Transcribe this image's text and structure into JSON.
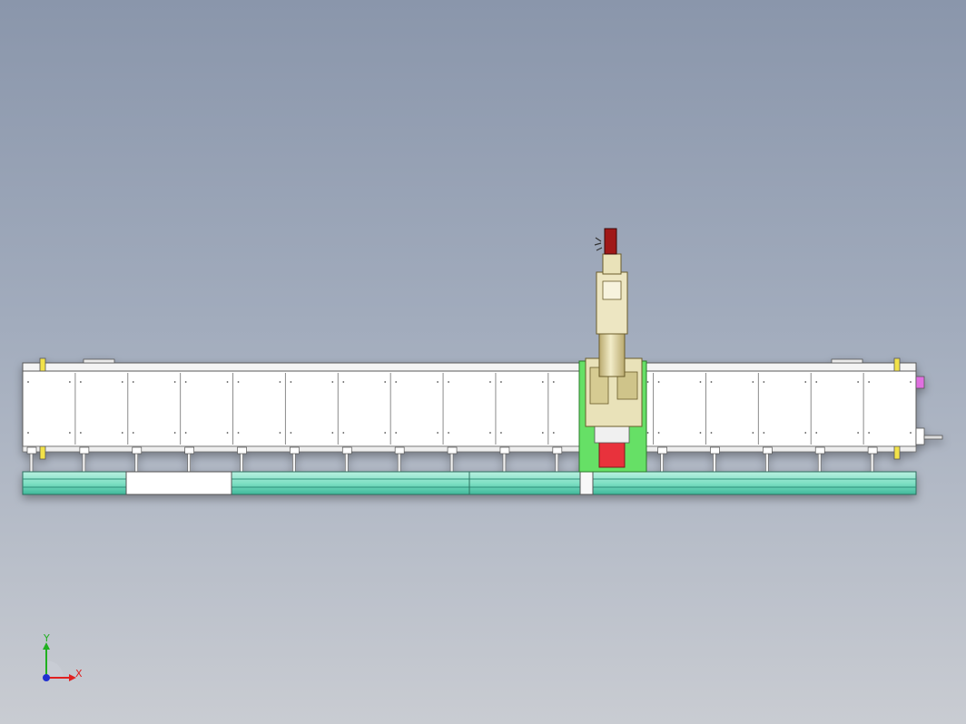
{
  "app": {
    "title": ""
  },
  "colors": {
    "background_top": "#8a96ab",
    "background_bottom": "#c9ccd2",
    "panel_fill": "#ffffff",
    "panel_outline": "#5a5a5a",
    "rail": "#7fe0c4",
    "rail_dark": "#3fb89a",
    "carriage_plate": "#66e066",
    "robot_body": "#e9e2b9",
    "robot_shadow": "#b9a96e",
    "gripper": "#a01818",
    "base_block": "#e8323c",
    "end_marker": "#e070e0",
    "sensor": "#f2e24a",
    "x_axis": "#e02020",
    "y_axis": "#20b020",
    "z_axis": "#2030d0"
  },
  "viewport": {
    "triad": {
      "x_label": "X",
      "y_label": "Y",
      "icon": "coordinate-triad-icon"
    }
  },
  "model": {
    "name": "",
    "panel_count": 17,
    "support_count": 17,
    "components": [
      "linear-track",
      "robot-arm",
      "carriage-plate",
      "guide-rail"
    ]
  }
}
